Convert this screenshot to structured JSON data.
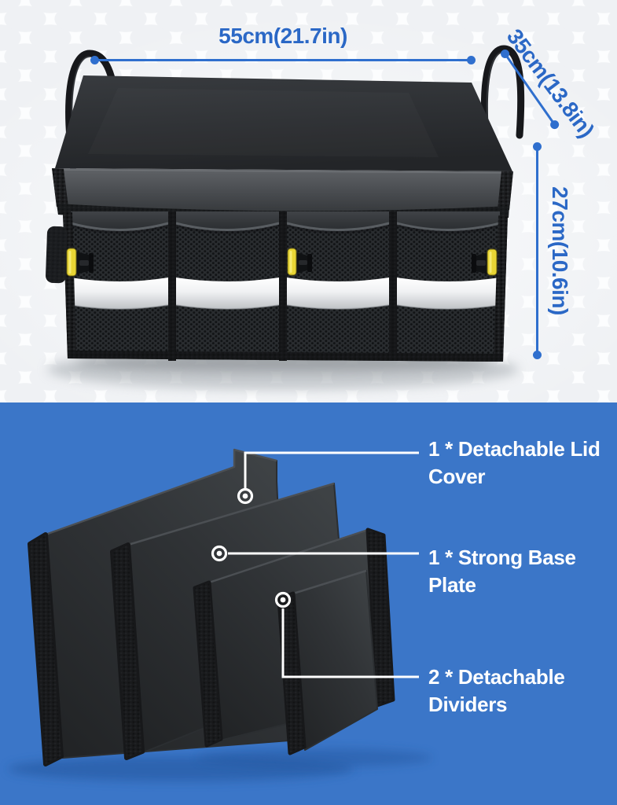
{
  "top_scene": {
    "product_name": "car-trunk-organizer",
    "dimensions": {
      "width_label": "55cm(21.7in)",
      "depth_label": "35cm(13.8in)",
      "height_label": "27cm(10.6in)"
    }
  },
  "bottom_scene": {
    "components": [
      {
        "line1": "1 * Detachable Lid",
        "line2": "Cover"
      },
      {
        "line1": "1 * Strong Base",
        "line2": "Plate"
      },
      {
        "line1": "2 * Detachable",
        "line2": "Dividers"
      }
    ]
  },
  "colors": {
    "dimension_blue": "#2f6fce",
    "dimension_text_blue": "#2b68c6",
    "bottom_background": "#3b76c8",
    "callout_white": "#ffffff",
    "buckle_yellow": "#e8d534",
    "reflective_strip": "#eceef0",
    "fabric_black": "#26282b"
  }
}
